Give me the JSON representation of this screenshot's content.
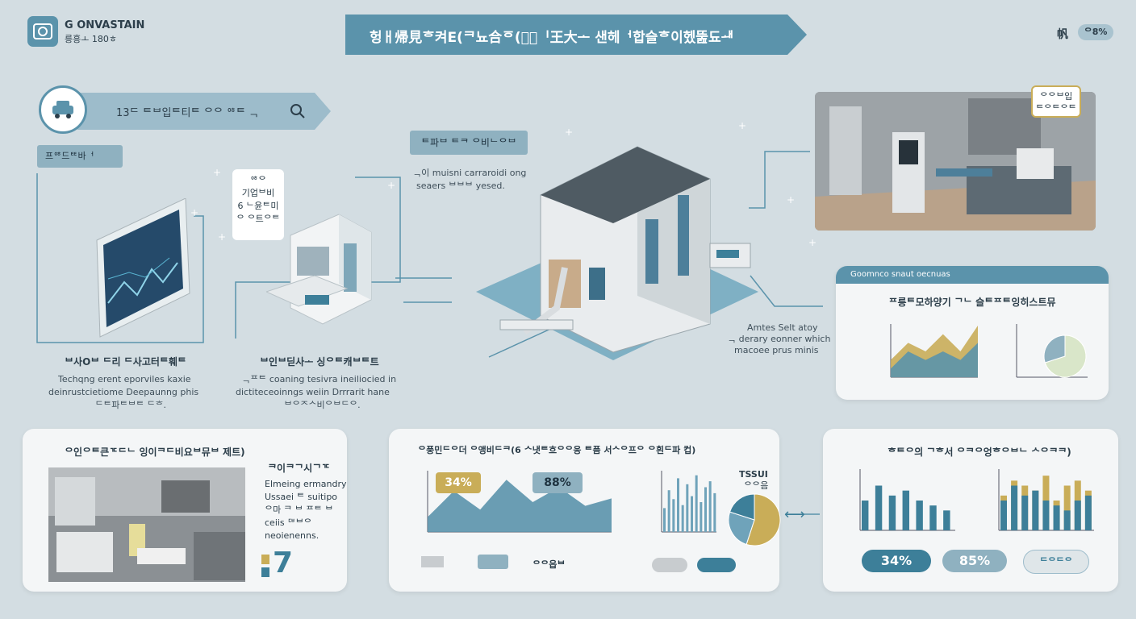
{
  "header": {
    "brand_name": "G ONVASTAIN",
    "brand_sub": "릉흥ㅗ 180ㅎ",
    "title_banner": "헝ㅐ帰見ᄒ켜E(ᄏ뇨合ᅙ(ㅁ᷊ᅵ王大ᅩ 샌헤ᅥ합슬ᄒ이헸뚪됴ᅫ",
    "top_right_icon_label": "帆",
    "top_right_pill": "ᄋ8%"
  },
  "search_bar": {
    "text": "13ᄃ  ᄐᄇ입ᄐ티ᄐ  ᄋᄋ ᄋᄒᄐ ᆨ"
  },
  "section_tag_left": "프ᄋᄒ드ᄐᄐ바ᅥ",
  "tablet_block": {
    "caption_title": "ᄇ사Oᄇ ᄃ리 ᄃ사고터ᄐ훼ᄐ",
    "caption_line1": "Techqng erent eporviles kaxie",
    "caption_line2": "deinrustcietiome Deepaunng phis",
    "caption_line3": "ᄃᄐ파ᄐᄇᄐ ᄃᄒ."
  },
  "bubble_center": {
    "line1": "ᄋᄒᄋ",
    "line2": "기업ᄇ비",
    "line3": "6 ᄂ윤ᄐ미",
    "line4": "ᄋ ᄋ트ᄋᄐ"
  },
  "machine_block": {
    "caption_title": "ᄇ인ᄇ딛사ᅩ 싱ᄋᄐ캐ᄇᄐ트",
    "caption_line1": "ᆨᄑᄐ  coaning tesivra ineiliocied in",
    "caption_line2": "dictiteceoinngs weiin Drrrarit hane",
    "caption_line3": "ᄇᄋᄌᄉ비ᄋᄇᄃᄋ."
  },
  "building_tag": "ᄐ파ᄇ ᄐᄏ ᄋ비ᄂᄋᄇ",
  "building_note": {
    "line1": "ᆨ이 muisni carraroidi ong",
    "line2": "seaers ᄇᄇᄇ yesed."
  },
  "office_bubble": {
    "line1": "ᄋᄋᄇ입",
    "line2": "ᄐᄋᄐᄋᄐ"
  },
  "side_note": {
    "line1": "Amtes Selt atoy",
    "line2": "ᆨ derary eonner which",
    "line3": "macoee prus minis"
  },
  "chart_card_top": {
    "tab_label": "Goomnco snaut oecnuas",
    "title": "ᄑ릉ᄐ모하양기 ᄀᄂ 슬ᄐᄑᄐ잉히스트뮤"
  },
  "bottom_left": {
    "title": "ᄋ인ᄋᄐ큰ᄀᄃᄃᄂ 잉이ᄏᄃ비요ᄇ뮤ᄇ 제트)",
    "sub_title": "ᄏ이ᄏᄀ시ᄀᄀᄃ",
    "line1": "Elmeing ermandry",
    "line2": "Ussaei ᄐ suitipo",
    "line3": "ᄋ마 ᄏ ᄇ ᄑᄐ ᄇ",
    "line4": "ceiis ᄃᄇᄇᄋ",
    "line5": "neoienenns.",
    "number": "7"
  },
  "bottom_mid": {
    "title": "ᄋ풍민ᄃᄋ더 ᄋ앵비ᄃᄏ(6 ᄉ냇ᄐ흐ᄋᄋ응 ᄐ픔 서ᄉᄋ프ᄋ ᄋ흰ᄃ파 컵)",
    "bubble1": "34%",
    "bubble2": "88%",
    "legend_pie_title": "TSSUI",
    "legend_pie_sub": "ᄋᄋ음",
    "btn1": "",
    "btn2": "",
    "btn3_label": "ᄋᄋ읍ᄇ",
    "btn4": "",
    "btn5": ""
  },
  "bottom_right": {
    "title": "ᄒᄐᄋ의 ᄀᄒ서 ᄋᄏᄋ엉ᄒᄋᄇᄂ ᄉᄋᄏᄏ)",
    "pill1": "34%",
    "pill2": "85%",
    "pill3": "ᄃᄋᄃᄋ"
  },
  "colors": {
    "accent": "#5b93ab",
    "gold": "#c9ad58",
    "teal_dark": "#3d7f99",
    "background": "#d3dde2"
  },
  "chart_data": [
    {
      "type": "area",
      "values": [
        2,
        4,
        3,
        5,
        3,
        6
      ],
      "series": [
        {
          "values": [
            2,
            4,
            3,
            5,
            3,
            6
          ]
        },
        {
          "values": [
            1,
            3,
            2,
            3,
            2,
            4
          ]
        }
      ]
    },
    {
      "type": "pie",
      "values": [
        70,
        30
      ]
    },
    {
      "type": "area",
      "values": [
        20,
        55,
        30,
        70,
        40,
        60,
        35,
        45
      ]
    },
    {
      "type": "bar",
      "values": [
        40,
        70,
        55,
        90,
        45,
        80,
        60,
        95,
        50,
        75,
        85,
        65
      ]
    },
    {
      "type": "pie",
      "values": [
        55,
        25,
        20
      ]
    },
    {
      "type": "bar",
      "series": [
        {
          "values": [
            30,
            45,
            35,
            40,
            30,
            25,
            20
          ]
        },
        {
          "values": [
            35,
            50,
            45,
            40,
            55,
            30,
            45,
            50,
            40
          ]
        }
      ]
    }
  ]
}
